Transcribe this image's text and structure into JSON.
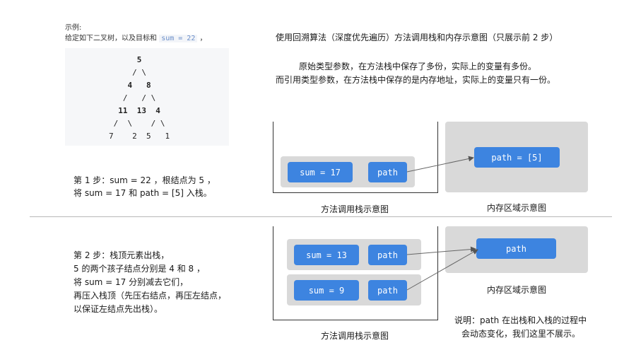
{
  "example": {
    "heading": "示例:",
    "desc_prefix": "给定如下二叉树，以及目标和",
    "desc_code": "sum = 22",
    "desc_suffix": "，"
  },
  "tree": {
    "line1": "      5",
    "line2": "     / \\",
    "line3": "    4   8",
    "line4": "   /   / \\",
    "line5": "  11  13  4",
    "line6": " /  \\    / \\",
    "line7": "7    2  5   1"
  },
  "title": "使用回溯算法（深度优先遍历）方法调用栈和内存示意图（只展示前 2 步）",
  "explain": {
    "line1": "原始类型参数，在方法栈中保存了多份，实际上的变量有多份。",
    "line2": "而引用类型参数，在方法栈中保存的是内存地址，实际上的变量只有一份。"
  },
  "step1": {
    "line1": "第 1 步：sum = 22 ，根结点为 5 ，",
    "line2": "将 sum = 17 和 path = [5] 入栈。",
    "sum_label": "sum = 17",
    "path_label": "path",
    "memory_label": "path = [5]",
    "stack_caption": "方法调用栈示意图",
    "memory_caption": "内存区域示意图"
  },
  "step2": {
    "line1": "第 2 步：栈顶元素出栈，",
    "line2": "5 的两个孩子结点分别是 4 和 8 ，",
    "line3": "将 sum = 17 分别减去它们，",
    "line4": "再压入栈顶（先压右结点，再压左结点，",
    "line5": "以保证左结点先出栈）。",
    "sum_top_label": "sum = 13",
    "sum_bottom_label": "sum = 9",
    "path_top_label": "path",
    "path_bottom_label": "path",
    "memory_label": "path",
    "stack_caption": "方法调用栈示意图",
    "memory_caption": "内存区域示意图"
  },
  "note": {
    "line1": "说明：path 在出栈和入栈的过程中",
    "line2": "会动态变化，我们这里不展示。"
  },
  "colors": {
    "pill": "#3d84e0",
    "group": "#d9d9d9",
    "memory_area": "#d9d9d9"
  }
}
